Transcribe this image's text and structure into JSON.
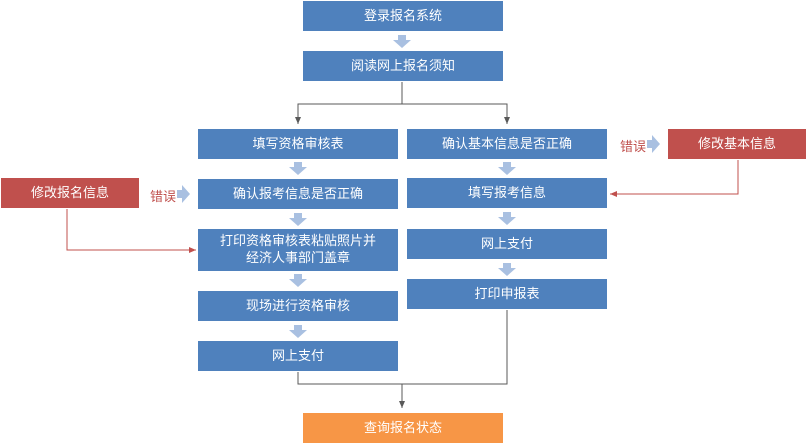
{
  "nodes": {
    "login": "登录报名系统",
    "read_notice": "阅读网上报名须知",
    "fill_review_form": "填写资格审核表",
    "confirm_exam_info": "确认报考信息是否正确",
    "print_form": "打印资格审核表粘贴照片并经济人事部门盖章",
    "onsite_review": "现场进行资格审核",
    "pay_left": "网上支付",
    "confirm_basic_info": "确认基本信息是否正确",
    "fill_exam_info": "填写报考信息",
    "pay_right": "网上支付",
    "print_ticket": "打印申报表",
    "check_status": "查询报名状态",
    "modify_exam_info": "修改报名信息",
    "modify_basic_info": "修改基本信息"
  },
  "labels": {
    "error_left": "错误",
    "error_right": "错误"
  },
  "colors": {
    "main_step": "#4f81bd",
    "correction_step": "#c0504d",
    "final_step": "#f79646",
    "step_arrow": "#a9c0e1",
    "connector": "#595959",
    "correction_connector": "#c0504d"
  }
}
